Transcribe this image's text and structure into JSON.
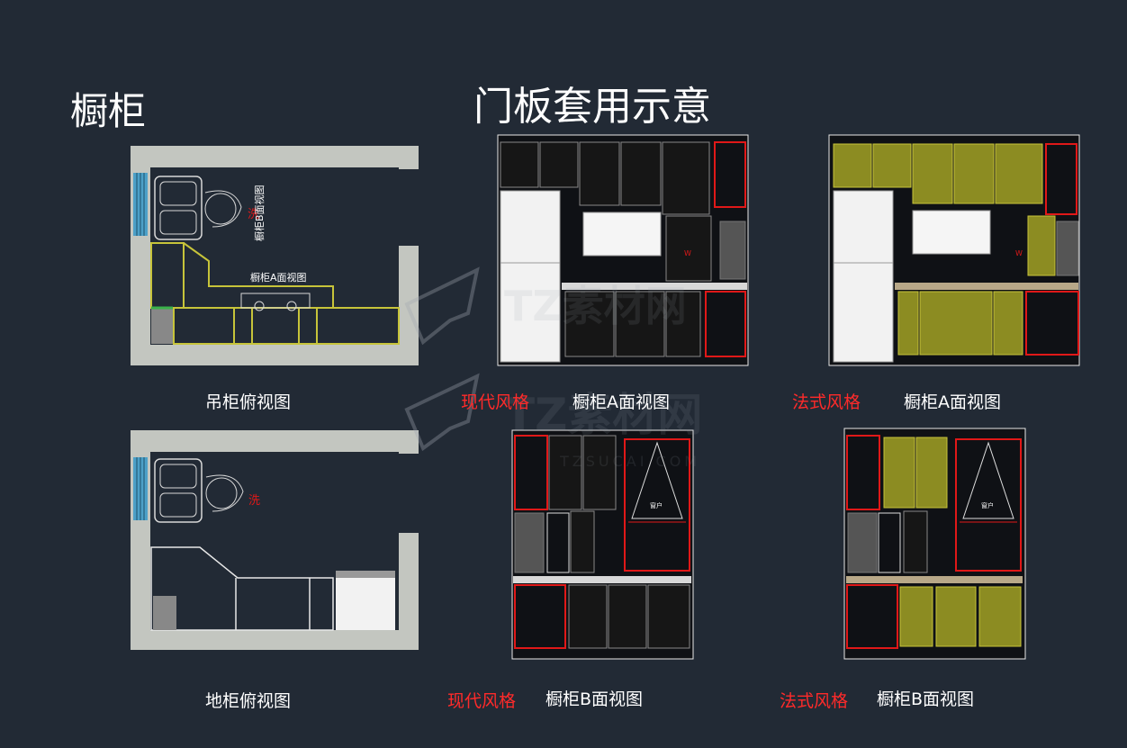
{
  "titles": {
    "main": "橱柜",
    "center": "门板套用示意"
  },
  "plans": {
    "wall_top": {
      "caption": "吊柜俯视图",
      "label_a": "橱柜A面视图",
      "label_b": "橱柜B面视图",
      "wash_mark": "洗"
    },
    "base_top": {
      "caption": "地柜俯视图",
      "wash_mark": "洗"
    }
  },
  "elevations": {
    "modern_a": {
      "style": "现代风格",
      "caption": "橱柜A面视图",
      "tag_w": "W"
    },
    "french_a": {
      "style": "法式风格",
      "caption": "橱柜A面视图",
      "tag_w": "W"
    },
    "modern_b": {
      "style": "现代风格",
      "caption": "橱柜B面视图",
      "window": "窗户"
    },
    "french_b": {
      "style": "法式风格",
      "caption": "橱柜B面视图",
      "window": "窗户"
    }
  },
  "watermark": {
    "brand": "TZ素材网",
    "domain": "TZSUCAI.COM"
  },
  "colors": {
    "background": "#222a35",
    "wall": "#c3c6c0",
    "cabinet_outline": "#c7c43a",
    "red_frame": "#e01818",
    "modern_door": "#161616",
    "french_door": "#8c8c22",
    "caption": "#ffffff",
    "style_label": "#ff2a2a"
  }
}
